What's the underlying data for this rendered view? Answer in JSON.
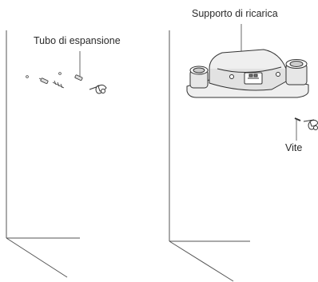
{
  "labels": {
    "expansion_tube": "Tubo di espansione",
    "charging_base": "Supporto di ricarica",
    "screw": "Vite"
  },
  "colors": {
    "line": "#4a4a4a",
    "base_fill": "#f2f2f2",
    "shadow": "#b8b8b8"
  }
}
